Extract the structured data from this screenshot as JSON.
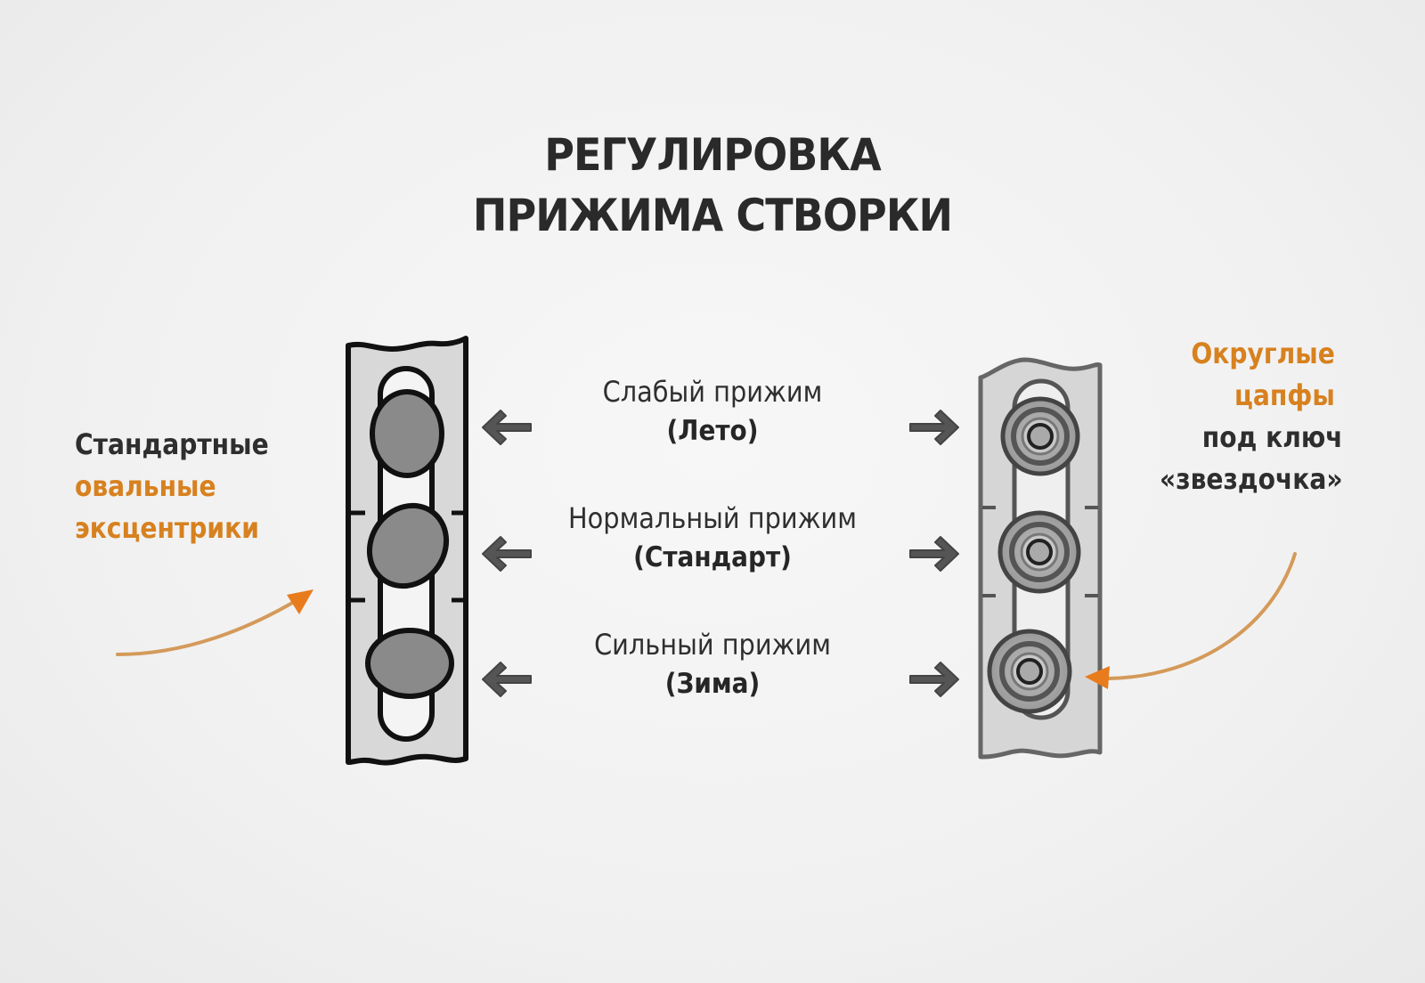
{
  "title": {
    "line1": "РЕГУЛИРОВКА",
    "line2": "ПРИЖИМА СТВОРКИ"
  },
  "colors": {
    "accent": "#d7811f",
    "text_dark": "#2e2e2e",
    "plate_fill": "#d8d8d8",
    "cam_fill": "#8a8a8a",
    "arrow_fill": "#555555"
  },
  "left_callout": {
    "line1": "Стандартные",
    "line2": "овальные",
    "line3": "эксцентрики",
    "pointer_icon": "curved-arrow-icon"
  },
  "right_callout": {
    "line1": "Округлые",
    "line2": "цапфы",
    "line3": "под ключ",
    "line4": "«звездочка»",
    "pointer_icon": "curved-arrow-icon"
  },
  "levels": [
    {
      "name": "Слабый прижим",
      "mode": "(Лето)",
      "left_icon": "arrow-left-icon",
      "right_icon": "arrow-right-icon"
    },
    {
      "name": "Нормальный прижим",
      "mode": "(Стандарт)",
      "left_icon": "arrow-left-icon",
      "right_icon": "arrow-right-icon"
    },
    {
      "name": "Сильный прижим",
      "mode": "(Зима)",
      "left_icon": "arrow-left-icon",
      "right_icon": "arrow-right-icon"
    }
  ],
  "left_diagram": {
    "label": "oval-eccentric-plate",
    "items": 3
  },
  "right_diagram": {
    "label": "round-trunnion-plate",
    "items": 3
  }
}
